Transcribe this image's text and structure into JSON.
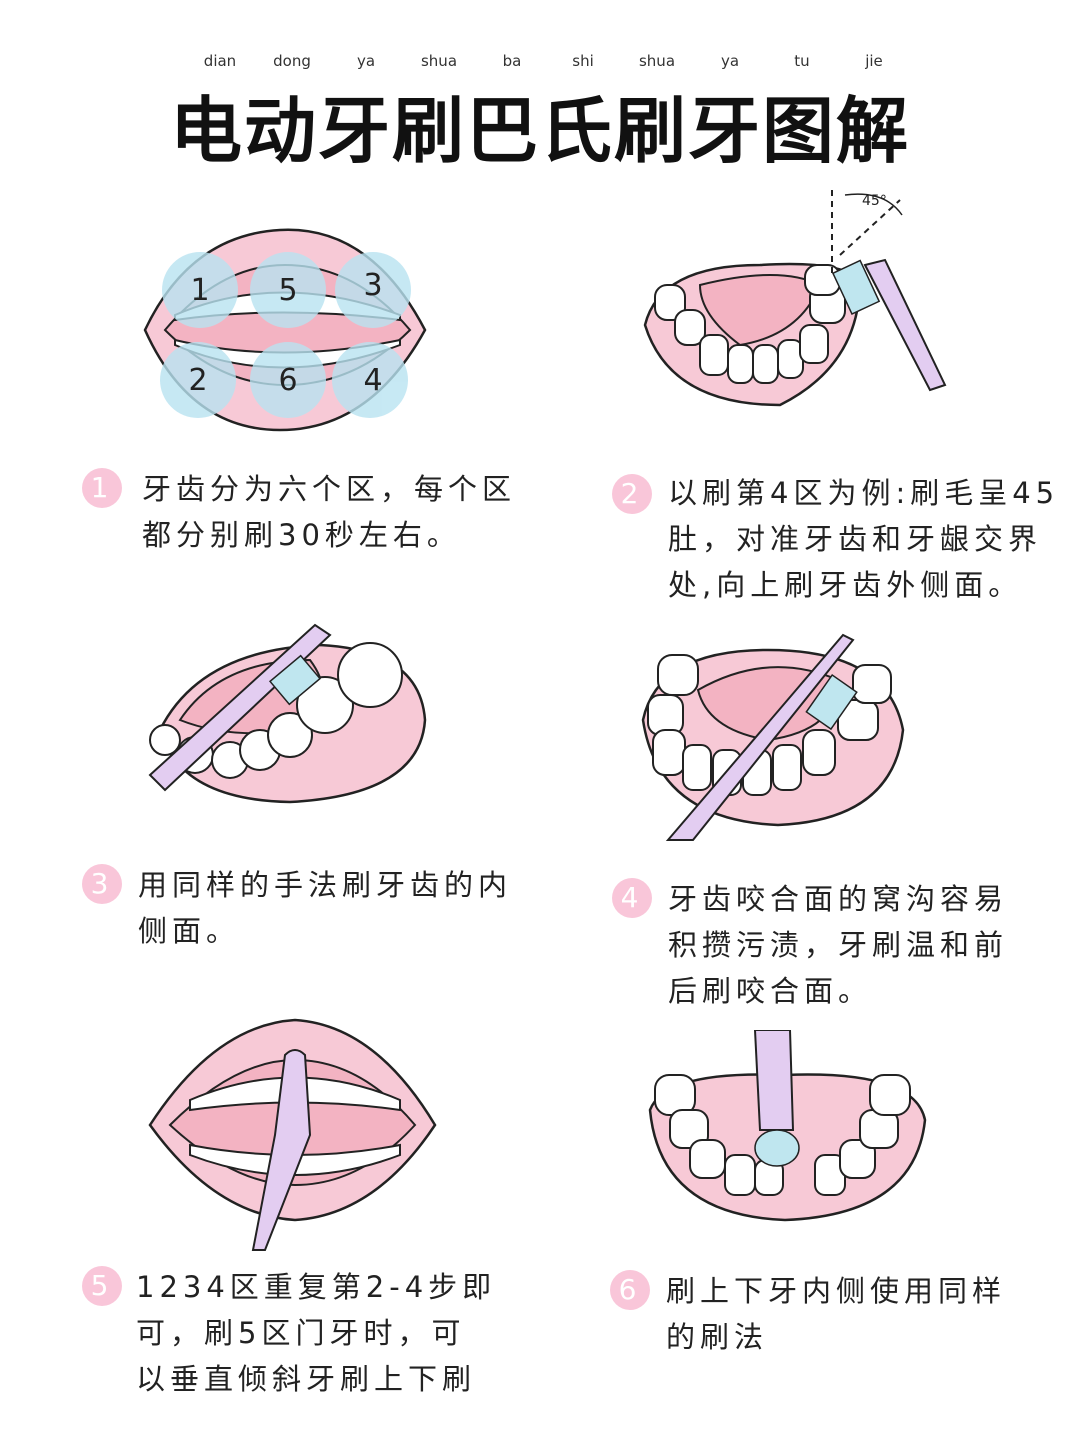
{
  "pinyin": [
    "dian",
    "dong",
    "ya",
    "shua",
    "ba",
    "shi",
    "shua",
    "ya",
    "tu",
    "jie"
  ],
  "title": "电动牙刷巴氏刷牙图解",
  "angle_label": "45°",
  "zones": [
    "1",
    "5",
    "3",
    "2",
    "6",
    "4"
  ],
  "steps": [
    {
      "num": "1",
      "text": "牙齿分为六个区，每个区\n都分别刷30秒左右。"
    },
    {
      "num": "2",
      "text": "以刷第4区为例:刷毛呈45\n肚，对准牙齿和牙龈交界\n处,向上刷牙齿外侧面。"
    },
    {
      "num": "3",
      "text": "用同样的手法刷牙齿的内\n侧面。"
    },
    {
      "num": "4",
      "text": "牙齿咬合面的窝沟容易\n积攒污渍，牙刷温和前\n后刷咬合面。"
    },
    {
      "num": "5",
      "text": "1234区重复第2-4步即\n可，刷5区门牙时，可\n以垂直倾斜牙刷上下刷"
    },
    {
      "num": "6",
      "text": "刷上下牙内侧使用同样\n的刷法"
    }
  ],
  "colors": {
    "pink": "#f9c6d9",
    "gum": "#f7c9d6",
    "brush": "#e3cdf1",
    "bristle": "#bfe6ef",
    "zone": "#b9e3f1"
  }
}
